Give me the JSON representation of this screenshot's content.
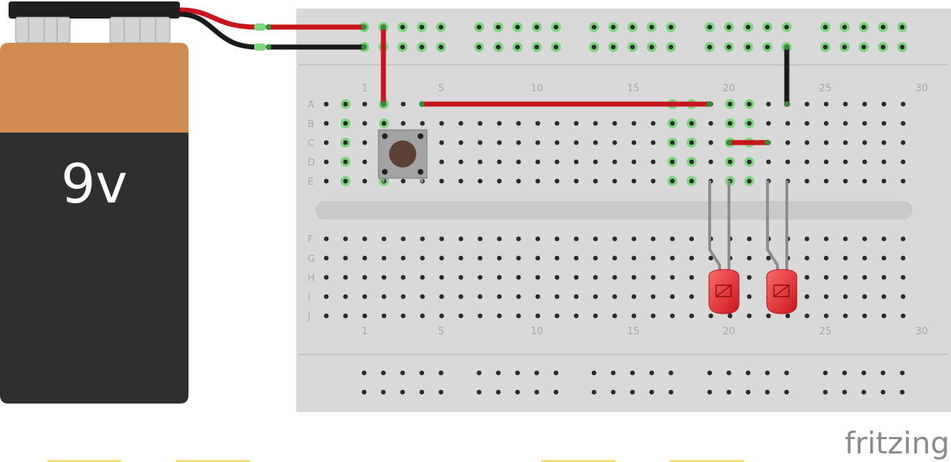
{
  "battery": {
    "label": "9v"
  },
  "breadboard": {
    "column_labels": [
      "1",
      "5",
      "10",
      "15",
      "20",
      "25",
      "30"
    ],
    "row_labels_top": [
      "A",
      "B",
      "C",
      "D",
      "E"
    ],
    "row_labels_bottom": [
      "F",
      "G",
      "H",
      "I",
      "J"
    ]
  },
  "brand": {
    "text": "fritzing"
  },
  "colors": {
    "board": "#d9d9d9",
    "hole": "#2b2b2b",
    "wire_red": "#c8151b",
    "wire_black": "#1a1a1a",
    "connected": "#7cd67c",
    "battery_top": "#d08c50",
    "battery_body": "#2f2f2f",
    "led": "#e3282c"
  },
  "components": {
    "battery_icon": "battery-9v-icon",
    "button_icon": "pushbutton-icon",
    "led_icon": "led-icon"
  }
}
